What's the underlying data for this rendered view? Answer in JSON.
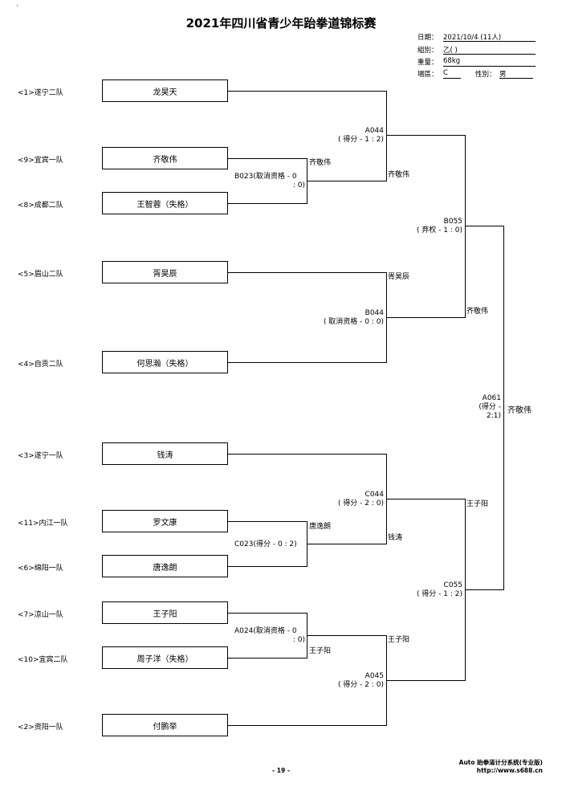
{
  "title": "2021年四川省青少年跆拳道锦标赛",
  "info": {
    "date_label": "日期：",
    "date_value": "2021/10/4  (11人)",
    "group_label": "組別：",
    "group_value": "乙( )",
    "weight_label": "重量：",
    "weight_value": "68kg",
    "court_label": "場區：",
    "court_value": "C",
    "gender_label": "性別：",
    "gender_value": "男"
  },
  "entrants": [
    {
      "team": "<1>遂宁二队",
      "name": "龙昊天"
    },
    {
      "team": "<9>宜宾一队",
      "name": "齐敬伟"
    },
    {
      "team": "<8>成都二队",
      "name": "王智蓉（失格）"
    },
    {
      "team": "<5>眉山二队",
      "name": "胥昊辰"
    },
    {
      "team": "<4>自贡二队",
      "name": "何思瀚（失格）"
    },
    {
      "team": "<3>遂宁一队",
      "name": "钱涛"
    },
    {
      "team": "<11>内江一队",
      "name": "罗文康"
    },
    {
      "team": "<6>绵阳一队",
      "name": "唐逸朗"
    },
    {
      "team": "<7>凉山一队",
      "name": "王子阳"
    },
    {
      "team": "<10>宜宾二队",
      "name": "周子洋（失格）"
    },
    {
      "team": "<2>资阳一队",
      "name": "付鹏举"
    }
  ],
  "matches": {
    "b023": {
      "code": "B023(",
      "result_a": "取消资格 - 0",
      "result_b": ": 0)",
      "winner": "齐敬伟"
    },
    "a044": {
      "code": "A044",
      "result": "( 得分 - 1 : 2)",
      "winner": "齐敬伟"
    },
    "b044": {
      "code": "B044",
      "result": "( 取消资格 - 0 : 0)",
      "winner": "胥昊辰"
    },
    "b055": {
      "code": "B055",
      "result": "( 弃权 - 1 : 0)",
      "winner": "齐敬伟"
    },
    "c023": {
      "code": "C023(",
      "result": "得分 - 0 : 2)",
      "winner": "唐逸朗"
    },
    "c044": {
      "code": "C044",
      "result": "( 得分 - 2 : 0)",
      "winner": "钱涛"
    },
    "a024": {
      "code": "A024(",
      "result_a": "取消资格 - 0",
      "result_b": ": 0)",
      "winner": "王子阳"
    },
    "a045": {
      "code": "A045",
      "result": "( 得分 - 2 : 0)",
      "winner": "王子阳"
    },
    "c055": {
      "code": "C055",
      "result": "( 得分 - 1 : 2)",
      "winner": "王子阳"
    },
    "a061": {
      "code": "A061",
      "result_a": "(得分 -",
      "result_b": "2:1)",
      "winner": "齐敬伟"
    }
  },
  "footer": {
    "software": "Auto 跆拳道计分系统(专业版)",
    "url": "http://www.s688.cn",
    "page": "- 19 -"
  }
}
